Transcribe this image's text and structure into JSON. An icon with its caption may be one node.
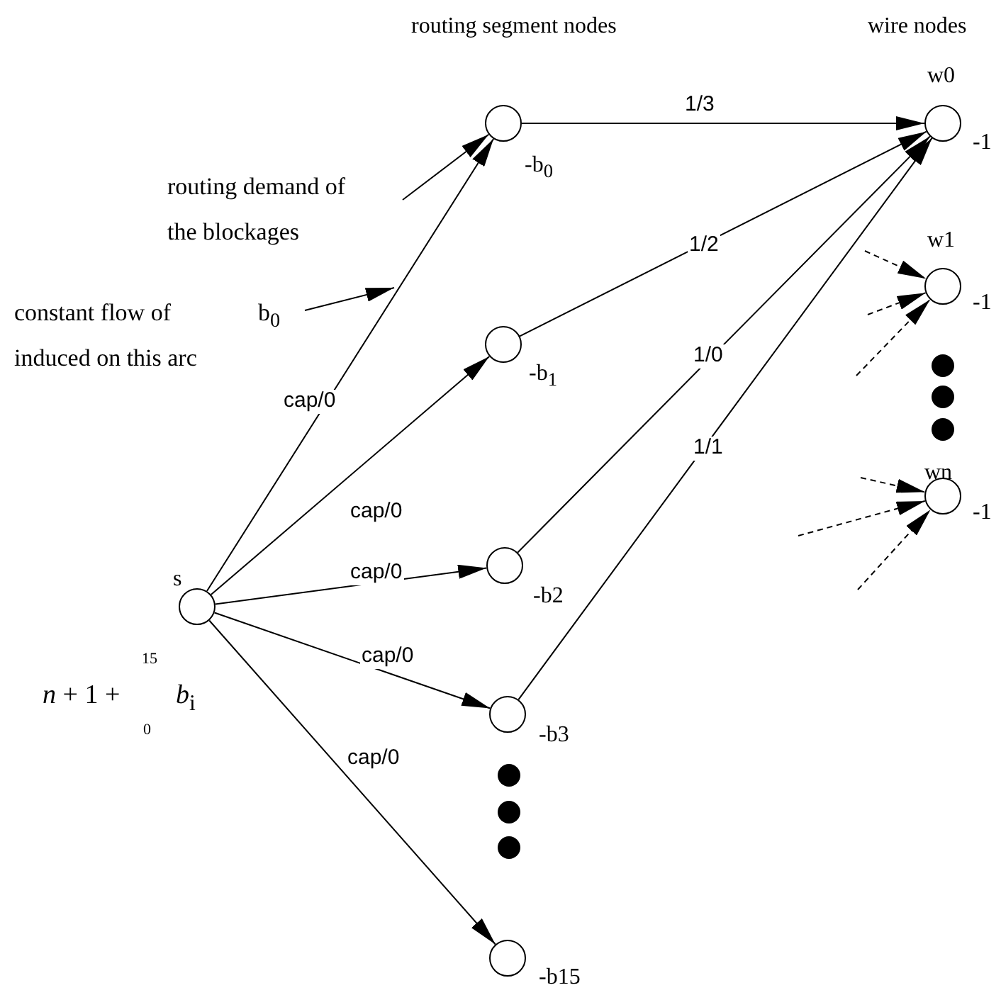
{
  "diagram": {
    "nodes": [
      {
        "text": [],
        "shape": "circle",
        "beside": [
          "s"
        ]
      },
      {
        "text": [],
        "shape": "circle",
        "beside": [
          "-b$_{0}$"
        ]
      },
      {
        "text": [],
        "shape": "circle",
        "beside": [
          "-b$_{1}$"
        ]
      },
      {
        "text": [],
        "shape": "circle",
        "beside": [
          "-b2"
        ]
      },
      {
        "text": [],
        "shape": "circle",
        "beside": [
          "-b3"
        ]
      },
      {
        "text": [],
        "shape": "circle",
        "beside": [
          "-b15"
        ]
      },
      {
        "text": [],
        "shape": "circle",
        "beside": [
          "w0",
          "-1"
        ]
      },
      {
        "text": [],
        "shape": "circle",
        "beside": [
          "w1",
          "-1"
        ]
      },
      {
        "text": [],
        "shape": "circle",
        "beside": [
          "wn",
          "-1"
        ]
      },
      {
        "text": [
          "routing demand of the blockages"
        ]
      },
      {
        "text": [
          "constant flow of induced on this arc",
          "b$_{0}$"
        ]
      }
    ],
    "edges": [
      {
        "from": 0,
        "to": 1,
        "arrow": "to",
        "label": "cap/0"
      },
      {
        "from": 0,
        "to": 2,
        "arrow": "to",
        "label": "cap/0"
      },
      {
        "from": 0,
        "to": 3,
        "arrow": "to",
        "label": "cap/0"
      },
      {
        "from": 0,
        "to": 4,
        "arrow": "to",
        "label": "cap/0"
      },
      {
        "from": 0,
        "to": 5,
        "arrow": "to",
        "label": "cap/0"
      },
      {
        "from": 1,
        "to": 6,
        "arrow": "to",
        "label": "1/3"
      },
      {
        "from": 2,
        "to": 6,
        "arrow": "to",
        "label": "1/2"
      },
      {
        "from": 3,
        "to": 6,
        "arrow": "to",
        "label": "1/0"
      },
      {
        "from": 4,
        "to": 6,
        "arrow": "to",
        "label": "1/1"
      },
      {
        "from": 9,
        "to": 1,
        "arrow": "to"
      },
      {
        "from": 10,
        "to": null,
        "arrow": "to"
      },
      {
        "from": null,
        "to": 7,
        "arrow": "to",
        "style": "dashed"
      },
      {
        "from": null,
        "to": 7,
        "arrow": "to",
        "style": "dashed"
      },
      {
        "from": null,
        "to": 7,
        "arrow": "to",
        "style": "dashed"
      },
      {
        "from": null,
        "to": 8,
        "arrow": "to",
        "style": "dashed"
      },
      {
        "from": null,
        "to": 8,
        "arrow": "to",
        "style": "dashed"
      },
      {
        "from": null,
        "to": 8,
        "arrow": "to",
        "style": "dashed"
      }
    ],
    "labels": [
      "routing segment nodes",
      "wire nodes",
      "*n* + 1 +",
      "15",
      "0",
      "*b*$_{i}$"
    ]
  }
}
